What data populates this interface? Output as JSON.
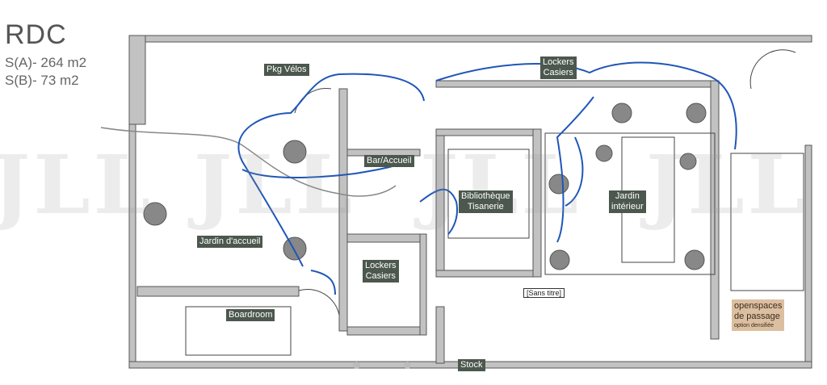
{
  "header": {
    "title": "RDC",
    "area_a": "S(A)- 264 m2",
    "area_b": "S(B)- 73 m2"
  },
  "watermark": "JLL",
  "colors": {
    "label_bg": "#4c574d",
    "path": "#1f56b8",
    "wall": "#b5b5b5",
    "openspace_bg": "#dcbfa0"
  },
  "rooms": {
    "pkg_velos": "Pkg Vélos",
    "lockers_top_1": "Lockers",
    "lockers_top_2": "Casiers",
    "bar_accueil": "Bar/Accueil",
    "bibliotheque_1": "Bibliothèque",
    "bibliotheque_2": "Tisanerie",
    "jardin_interieur_1": "Jardin",
    "jardin_interieur_2": "intérieur",
    "jardin_accueil": "Jardin d'accueil",
    "lockers_mid_1": "Lockers",
    "lockers_mid_2": "Casiers",
    "sans_titre": "[Sans titre]",
    "boardroom": "Boardroom",
    "openspaces_1": "openspaces",
    "openspaces_2": "de passage",
    "openspaces_note": "option densifiée",
    "stock": "Stock"
  }
}
